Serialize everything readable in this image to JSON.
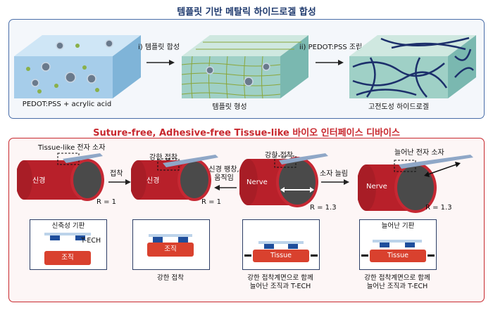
{
  "top": {
    "title": "템플릿 기반 메탈릭 하이드로겔 합성",
    "step1": "i) 템플릿 합성",
    "step2": "ii) PEDOT:PSS 조립",
    "cap1": "PEDOT:PSS + acrylic acid",
    "cap2": "템플릿 형성",
    "cap3": "고전도성 하이드로겔"
  },
  "bottom": {
    "title": "Suture-free, Adhesive-free Tissue-like 바이오 인터페이스 디바이스",
    "device_label": "Tissue-like 전자 소자",
    "strong_contact": "강한 접착",
    "attach": "접착",
    "swell": "신경 팽창,\n움직임",
    "stretch": "소자 늘림",
    "stretched_device": "늘어난 전자 소자",
    "nerve_kr": "신경",
    "nerve_en": "Nerve",
    "r1": "R = 1",
    "r13": "R = 1.3",
    "box1_title": "신축성 기판",
    "tech": "T-ECH",
    "tissue_kr": "조직",
    "tissue_en": "Tissue",
    "box2_caption": "강한 접착",
    "box3_caption": "강한 접착계면으로 함께\n늘어난 조직과 T-ECH",
    "box4_title": "늘어난 기판",
    "box4_caption": "강한 접착계면으로 함께\n늘어난 조직과 T-ECH"
  },
  "colors": {
    "navy": "#1f3a6e",
    "red": "#c8282e",
    "tissue": "#d9412e",
    "pad": "#1f4e9c"
  }
}
